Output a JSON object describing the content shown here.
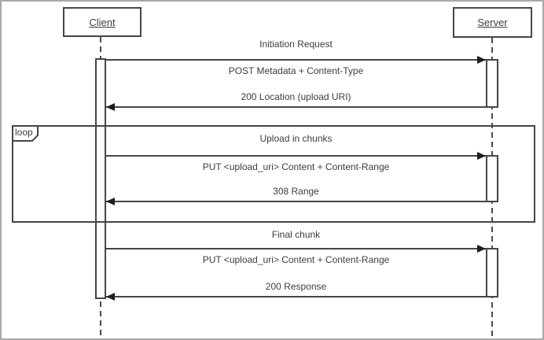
{
  "participants": [
    {
      "name": "Client"
    },
    {
      "name": "Server"
    }
  ],
  "fragment": {
    "operator": "loop"
  },
  "sections": [
    {
      "title": "Initiation Request",
      "request": "POST Metadata + Content-Type",
      "response": "200 Location (upload URI)"
    },
    {
      "title": "Upload in chunks",
      "request": "PUT <upload_uri> Content + Content-Range",
      "response": "308 Range"
    },
    {
      "title": "Final chunk",
      "request": "PUT <upload_uri> Content + Content-Range",
      "response": "200 Response"
    }
  ],
  "colors": {
    "line": "#464646",
    "arrow": "#1e1e1e",
    "background": "#ffffff",
    "frame": "#a9a9a9"
  }
}
